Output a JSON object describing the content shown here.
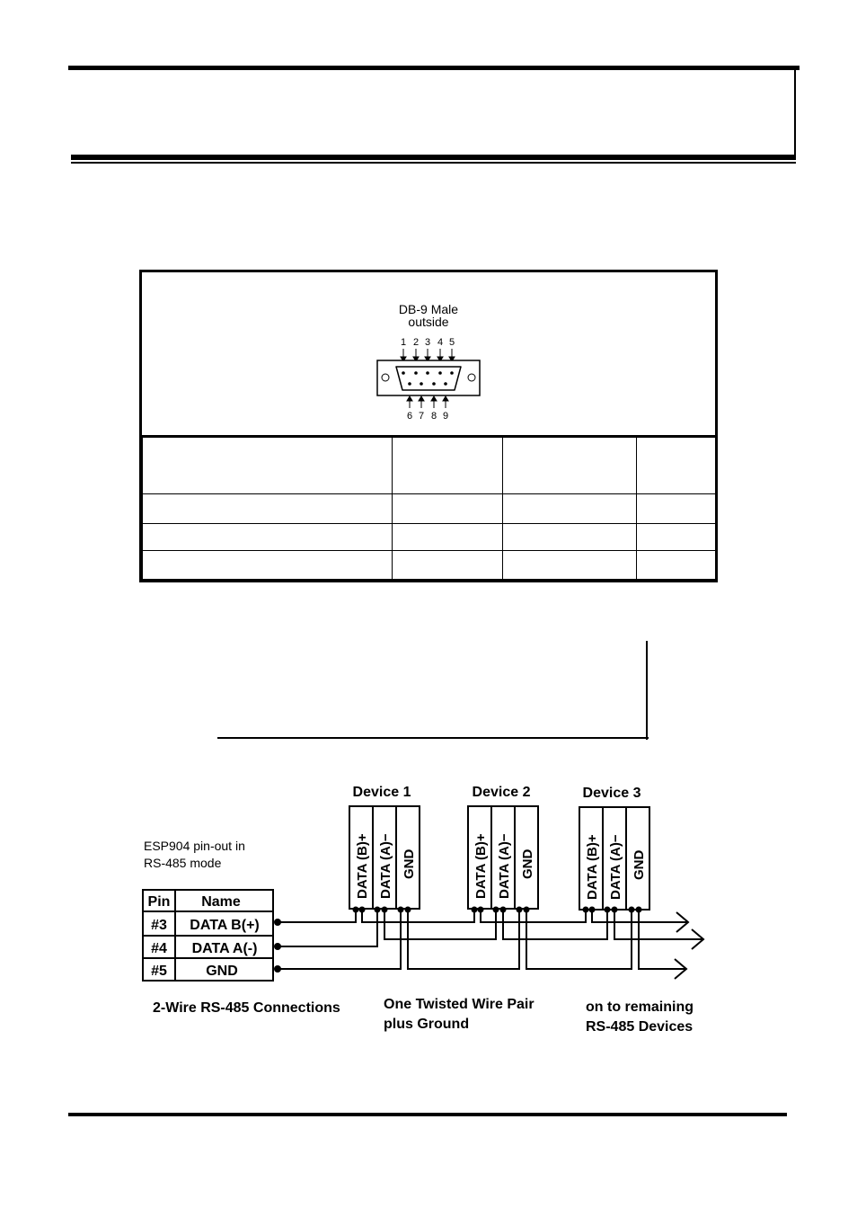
{
  "connector": {
    "title": "DB-9 Male",
    "subtitle": "outside",
    "top_pins": [
      "1",
      "2",
      "3",
      "4",
      "5"
    ],
    "bottom_pins": [
      "6",
      "7",
      "8",
      "9"
    ]
  },
  "wiring": {
    "caption_pinout": [
      "ESP904 pin-out in",
      "RS-485 mode"
    ],
    "table_headers": [
      "Pin",
      "Name"
    ],
    "table_rows": [
      {
        "pin": "#3",
        "name": "DATA B(+)"
      },
      {
        "pin": "#4",
        "name": "DATA A(-)"
      },
      {
        "pin": "#5",
        "name": "GND"
      }
    ],
    "devices": [
      "Device 1",
      "Device 2",
      "Device 3"
    ],
    "terminals": [
      "DATA (B)+",
      "DATA (A)−",
      "GND"
    ],
    "label_connections": "2-Wire RS-485 Connections",
    "label_pair": [
      "One Twisted Wire Pair",
      "plus Ground"
    ],
    "label_remaining": [
      "on to remaining",
      "RS-485 Devices"
    ]
  }
}
